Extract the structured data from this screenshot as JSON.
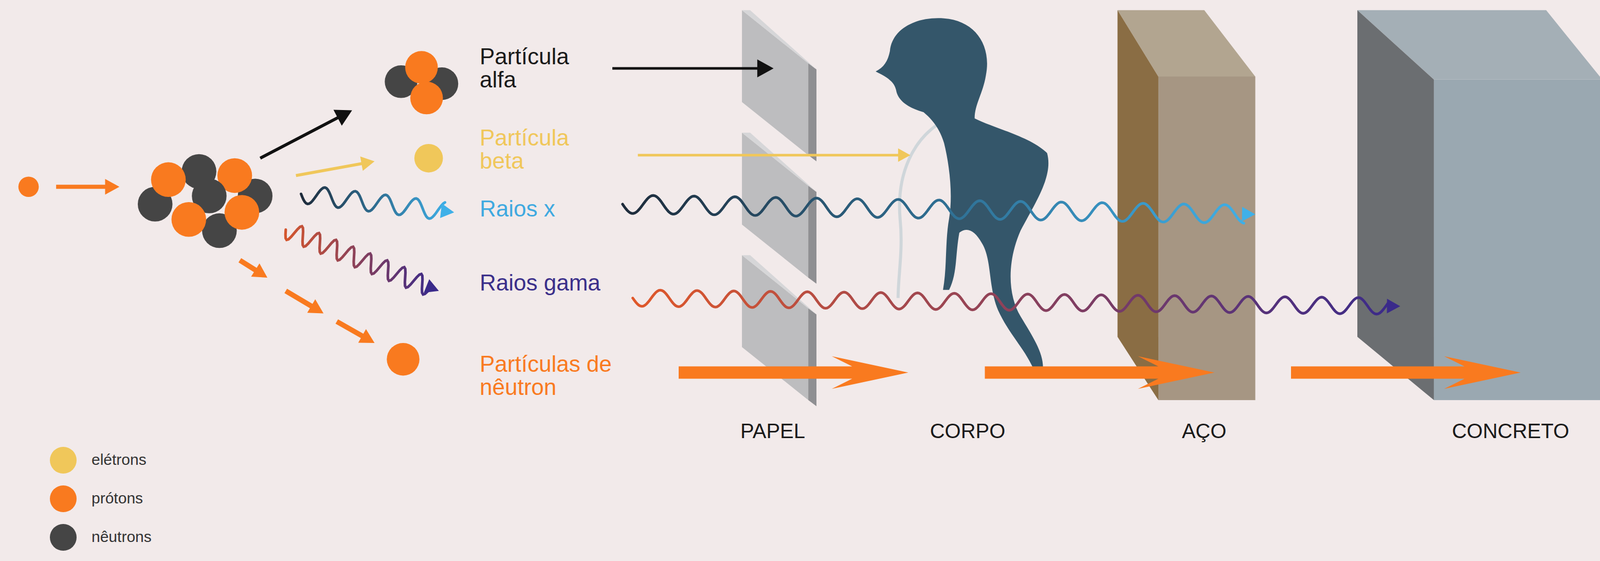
{
  "diagram": {
    "labels": [
      "Partícula alfa",
      "Partícula beta",
      "Raios x",
      "Raios gama",
      "Partículas de nêutron",
      "PAPEL",
      "CORPO",
      "AÇO",
      "CONCRETO"
    ],
    "legend": [
      {
        "text": "elétrons",
        "color": "#f0c75a"
      },
      {
        "text": "prótons",
        "color": "#f97a1f"
      },
      {
        "text": "nêutrons",
        "color": "#454545"
      }
    ]
  }
}
